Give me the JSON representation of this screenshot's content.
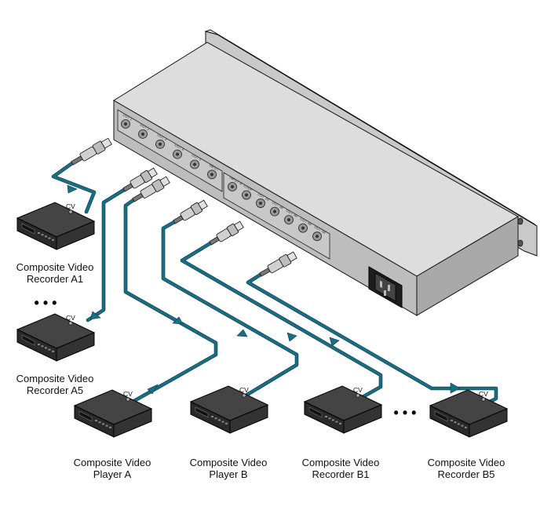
{
  "devices": [
    {
      "id": "rec-a1",
      "label_line1": "Composite Video",
      "label_line2": "Recorder A1",
      "port": "CV"
    },
    {
      "id": "rec-a5",
      "label_line1": "Composite Video",
      "label_line2": "Recorder A5",
      "port": "CV"
    },
    {
      "id": "player-a",
      "label_line1": "Composite Video",
      "label_line2": "Player A",
      "port": "CV"
    },
    {
      "id": "player-b",
      "label_line1": "Composite Video",
      "label_line2": "Player B",
      "port": "CV"
    },
    {
      "id": "rec-b1",
      "label_line1": "Composite Video",
      "label_line2": "Recorder B1",
      "port": "CV"
    },
    {
      "id": "rec-b5",
      "label_line1": "Composite Video",
      "label_line2": "Recorder B5",
      "port": "CV"
    }
  ],
  "ellipsis_left": "• • •",
  "ellipsis_bottom": "• • •",
  "panel": {
    "port_labels_a": [
      "OUT 1",
      "OUT 2",
      "OUT 3",
      "OUT 4",
      "OUT 5",
      "INPUT"
    ],
    "port_labels_b": [
      "INPUT B",
      "LOOP",
      "OUT 1B",
      "OUT 2B",
      "OUT 3B",
      "OUT 4B",
      "OUT 5B"
    ]
  },
  "colors": {
    "cable": "#1a6e84",
    "chassis_top": "#d8d8d8",
    "chassis_front": "#b9b9b9"
  }
}
